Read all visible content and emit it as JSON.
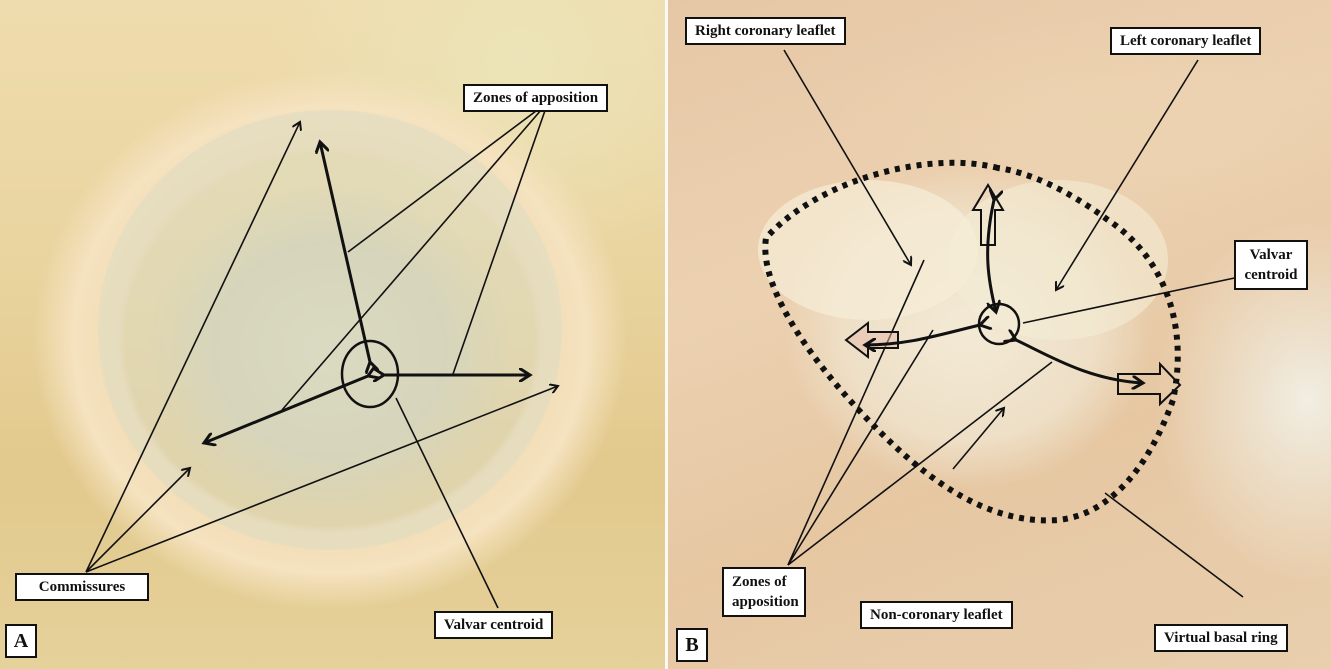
{
  "figure": {
    "panels": [
      {
        "id": "A",
        "letter": "A",
        "labels": {
          "zones_of_apposition": "Zones of apposition",
          "commissures": "Commissures",
          "valvar_centroid": "Valvar centroid"
        }
      },
      {
        "id": "B",
        "letter": "B",
        "labels": {
          "right_coronary_leaflet": "Right coronary leaflet",
          "left_coronary_leaflet": "Left coronary leaflet",
          "valvar_centroid": "Valvar centroid",
          "zones_of_apposition": "Zones of apposition",
          "non_coronary_leaflet": "Non-coronary leaflet",
          "virtual_basal_ring": "Virtual basal ring"
        }
      }
    ],
    "colors": {
      "annotation_line": "#111111",
      "label_background": "#ffffff"
    }
  }
}
